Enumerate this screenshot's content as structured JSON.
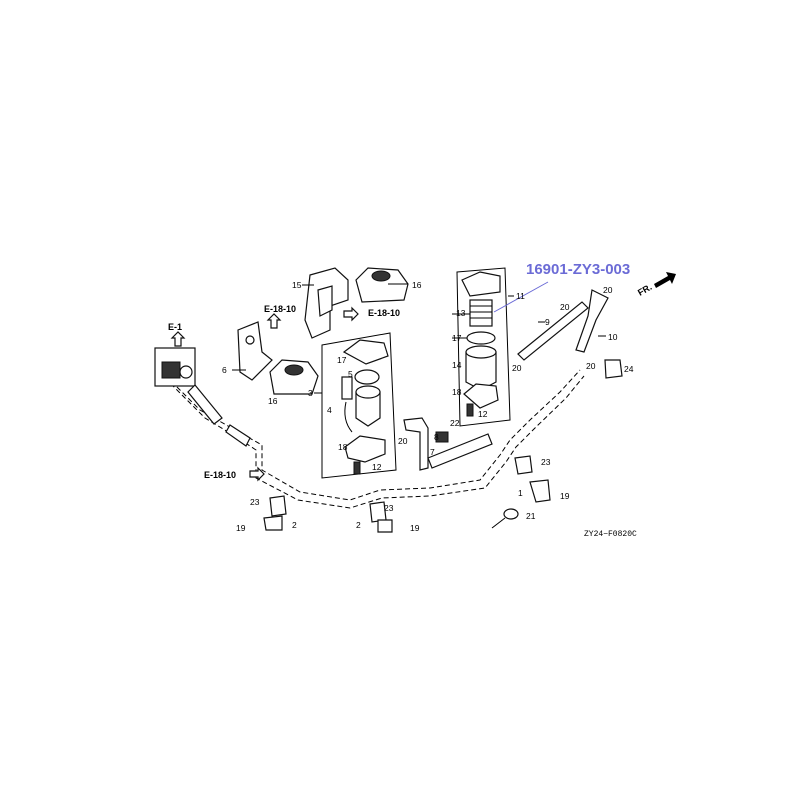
{
  "highlight": {
    "part_number": "16901-ZY3-003",
    "color": "#6b6bd6"
  },
  "diagram_code": "ZY24−F0820C",
  "direction_label": "FR.",
  "references": {
    "e1": "E-1",
    "e1810_top": "E-18-10",
    "e1810_mid": "E-18-10",
    "e1810_left": "E-18-10"
  },
  "callouts": {
    "c15": "15",
    "c16a": "16",
    "c16b": "16",
    "c6": "6",
    "c3": "3",
    "c17a": "17",
    "c5": "5",
    "c4": "4",
    "c18a": "18",
    "c12a": "12",
    "c11": "11",
    "c13": "13",
    "c17b": "17",
    "c14": "14",
    "c18b": "18",
    "c12b": "12",
    "c9": "9",
    "c10": "10",
    "c20a": "20",
    "c20b": "20",
    "c20c": "20",
    "c20d": "20",
    "c20e": "20",
    "c24": "24",
    "c8": "8",
    "c22": "22",
    "c7": "7",
    "c23a": "23",
    "c23b": "23",
    "c23c": "23",
    "c19a": "19",
    "c19b": "19",
    "c19c": "19",
    "c2a": "2",
    "c2b": "2",
    "c1": "1",
    "c21": "21"
  }
}
